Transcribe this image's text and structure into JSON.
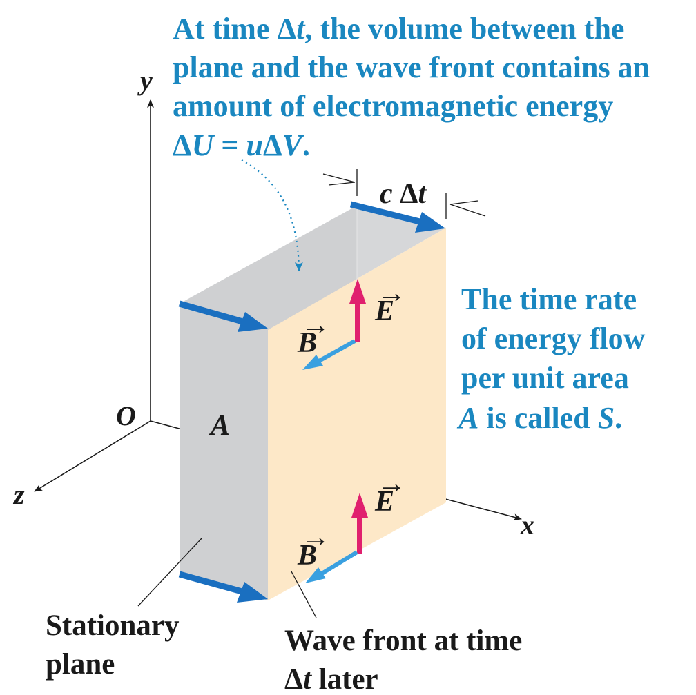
{
  "colors": {
    "caption_blue": "#1a87c0",
    "arrow_blue": "#1a6fc0",
    "b_arrow": "#3aa0e0",
    "e_arrow": "#e0206e",
    "stationary_plane": "#cfd0d2",
    "wave_front": "#fde8c8",
    "text_dark": "#1a1a1a"
  },
  "axes": {
    "x": "x",
    "y": "y",
    "z": "z",
    "origin": "O"
  },
  "top_caption": {
    "line1": {
      "a": "At time Δ",
      "b": "t",
      "c": ", the volume between the"
    },
    "line2": "plane and the wave front contains an",
    "line3": "amount of electromagnetic energy",
    "line4": {
      "a": "Δ",
      "b": "U",
      "c": " = ",
      "d": "u",
      "e": "Δ",
      "f": "V",
      "g": "."
    }
  },
  "right_caption": {
    "line1": "The time rate",
    "line2": "of energy flow",
    "line3": "per unit area",
    "line4": {
      "a": "A",
      "b": " is called ",
      "c": "S",
      "d": "."
    }
  },
  "dimension": {
    "c": "c",
    "delta": " Δ",
    "t": "t"
  },
  "area_label": "A",
  "field_labels": {
    "E": "E",
    "B": "B",
    "vec_arrow": "→"
  },
  "stationary_label": {
    "line1": "Stationary",
    "line2": "plane"
  },
  "wavefront_label": {
    "line1": "Wave front at time",
    "line2a": "Δ",
    "line2b": "t",
    "line2c": " later"
  }
}
